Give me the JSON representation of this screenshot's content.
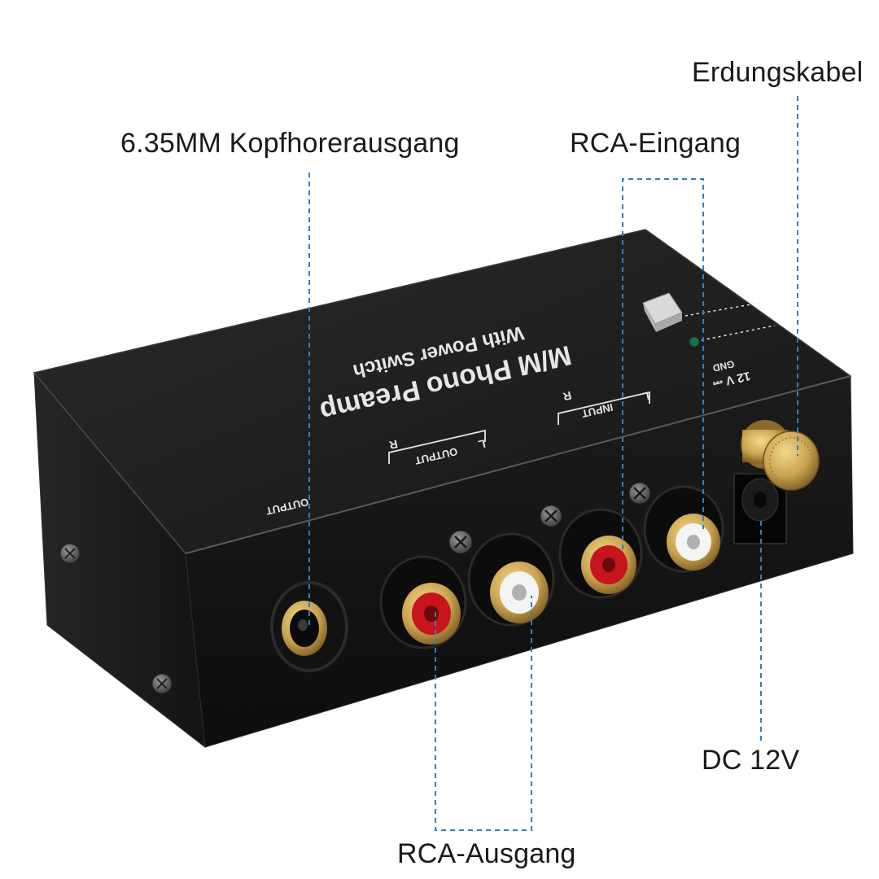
{
  "callouts": {
    "headphone_out": "6.35MM Kopfhorerausgang",
    "rca_in": "RCA-Eingang",
    "ground_cable": "Erdungskabel",
    "dc_12v": "DC 12V",
    "rca_out": "RCA-Ausgang"
  },
  "device": {
    "title": "M/M Phono Preamp",
    "subtitle": "With Power Switch",
    "output_jack_label": "OUTPUT",
    "output_group_label": "OUTPUT",
    "input_group_label": "INPUT",
    "channel_r": "R",
    "channel_l": "L",
    "power_label": "12 V ⎓",
    "gnd_label": "GND"
  },
  "colors": {
    "leader": "#2f7fc1",
    "body": "#161616",
    "rca_red": "#c8141c",
    "rca_white": "#f4f4f4",
    "gold": "#c9a24f"
  }
}
